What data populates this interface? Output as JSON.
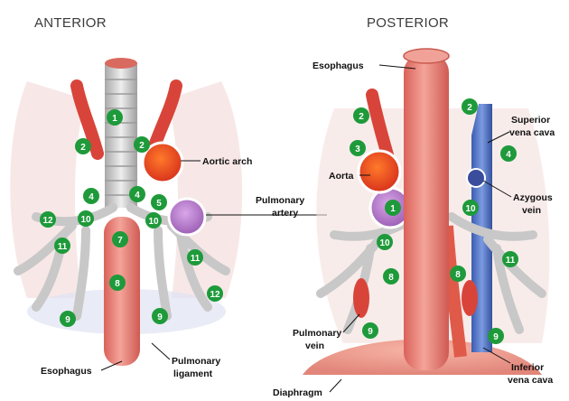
{
  "views": {
    "anterior": {
      "title": "ANTERIOR"
    },
    "posterior": {
      "title": "POSTERIOR"
    }
  },
  "labels": {
    "aortic_arch": "Aortic arch",
    "pulmonary_artery_1": "Pulmonary",
    "pulmonary_artery_2": "artery",
    "esophagus_ant": "Esophagus",
    "pulm_lig_1": "Pulmonary",
    "pulm_lig_2": "ligament",
    "esophagus_post": "Esophagus",
    "aorta": "Aorta",
    "svc_1": "Superior",
    "svc_2": "vena cava",
    "azygous_1": "Azygous",
    "azygous_2": "vein",
    "pulm_vein_1": "Pulmonary",
    "pulm_vein_2": "vein",
    "ivc_1": "Inferior",
    "ivc_2": "vena cava",
    "diaphragm": "Diaphragm"
  },
  "nodes": {
    "anterior": [
      "1",
      "2",
      "2",
      "4",
      "4",
      "5",
      "10",
      "10",
      "12",
      "11",
      "7",
      "11",
      "8",
      "12",
      "9",
      "9"
    ],
    "posterior": [
      "2",
      "2",
      "3",
      "4",
      "1",
      "10",
      "10",
      "8",
      "8",
      "11",
      "9",
      "9"
    ]
  },
  "colors": {
    "esophagus": "#e8827a",
    "aorta": "#e04a3a",
    "artery_purple": "#b07cc6",
    "vena_cava": "#4a6fc4",
    "trachea": "#c9c9c9",
    "node_green": "#1e9a3a"
  }
}
